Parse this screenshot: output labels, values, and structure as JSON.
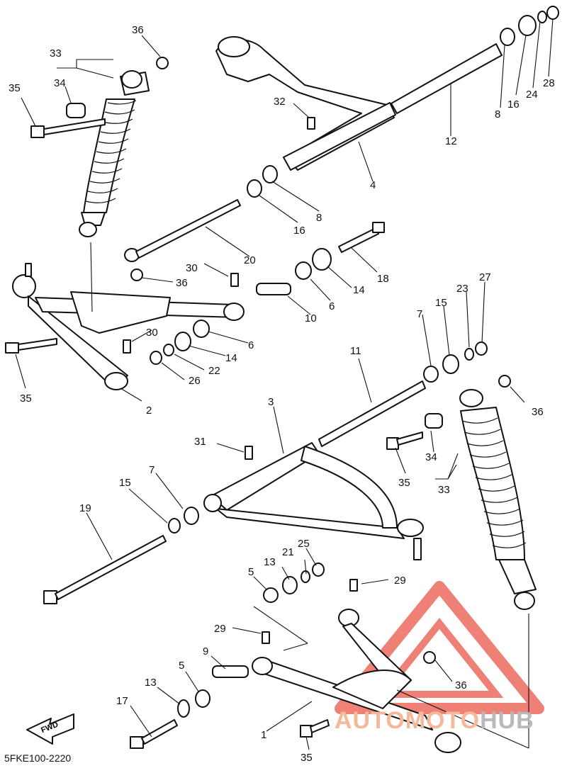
{
  "diagram_code": "5FKE100-2220",
  "fwd_label": "FWD",
  "watermark": {
    "part1": "AUTOMOTO",
    "part2": "HUB",
    "colors": {
      "logo": "#e8453a",
      "text_primary": "#f3b99a",
      "text_secondary": "#b9b9b9"
    }
  },
  "callouts": [
    {
      "id": "c33a",
      "text": "33"
    },
    {
      "id": "c36a",
      "text": "36"
    },
    {
      "id": "c34a",
      "text": "34"
    },
    {
      "id": "c35a",
      "text": "35"
    },
    {
      "id": "c32",
      "text": "32"
    },
    {
      "id": "c4",
      "text": "4"
    },
    {
      "id": "c12",
      "text": "12"
    },
    {
      "id": "c8a",
      "text": "8"
    },
    {
      "id": "c16a",
      "text": "16"
    },
    {
      "id": "c24",
      "text": "24"
    },
    {
      "id": "c28",
      "text": "28"
    },
    {
      "id": "c16b",
      "text": "16"
    },
    {
      "id": "c8b",
      "text": "8"
    },
    {
      "id": "c20",
      "text": "20"
    },
    {
      "id": "c18",
      "text": "18"
    },
    {
      "id": "c30a",
      "text": "30"
    },
    {
      "id": "c36b",
      "text": "36"
    },
    {
      "id": "c14a",
      "text": "14"
    },
    {
      "id": "c6a",
      "text": "6"
    },
    {
      "id": "c10",
      "text": "10"
    },
    {
      "id": "c30b",
      "text": "30"
    },
    {
      "id": "c6b",
      "text": "6"
    },
    {
      "id": "c14b",
      "text": "14"
    },
    {
      "id": "c22",
      "text": "22"
    },
    {
      "id": "c26",
      "text": "26"
    },
    {
      "id": "c35b",
      "text": "35"
    },
    {
      "id": "c2",
      "text": "2"
    },
    {
      "id": "c7a",
      "text": "7"
    },
    {
      "id": "c15a",
      "text": "15"
    },
    {
      "id": "c23",
      "text": "23"
    },
    {
      "id": "c27",
      "text": "27"
    },
    {
      "id": "c11",
      "text": "11"
    },
    {
      "id": "c36c",
      "text": "36"
    },
    {
      "id": "c3",
      "text": "3"
    },
    {
      "id": "c31",
      "text": "31"
    },
    {
      "id": "c34b",
      "text": "34"
    },
    {
      "id": "c35c",
      "text": "35"
    },
    {
      "id": "c33b",
      "text": "33"
    },
    {
      "id": "c7b",
      "text": "7"
    },
    {
      "id": "c15b",
      "text": "15"
    },
    {
      "id": "c19",
      "text": "19"
    },
    {
      "id": "c25",
      "text": "25"
    },
    {
      "id": "c13a",
      "text": "13"
    },
    {
      "id": "c21",
      "text": "21"
    },
    {
      "id": "c5a",
      "text": "5"
    },
    {
      "id": "c29a",
      "text": "29"
    },
    {
      "id": "c29b",
      "text": "29"
    },
    {
      "id": "c9",
      "text": "9"
    },
    {
      "id": "c5b",
      "text": "5"
    },
    {
      "id": "c13b",
      "text": "13"
    },
    {
      "id": "c36d",
      "text": "36"
    },
    {
      "id": "c17",
      "text": "17"
    },
    {
      "id": "c1",
      "text": "1"
    },
    {
      "id": "c35d",
      "text": "35"
    }
  ]
}
